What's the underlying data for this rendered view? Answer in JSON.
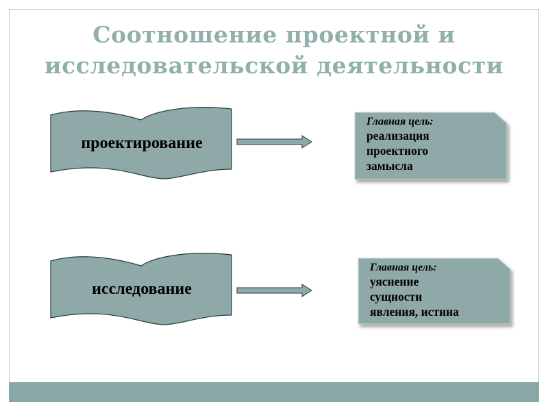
{
  "slide": {
    "title_line1": "Соотношение проектной и",
    "title_line2": "исследовательской деятельности"
  },
  "rows": [
    {
      "process_label": "проектирование",
      "goal_heading": "Главная цель:",
      "goal_text": "реализация\nпроектного\nзамысла"
    },
    {
      "process_label": "исследование",
      "goal_heading": "Главная цель:",
      "goal_text": "уяснение\nсущности\nявления, истина"
    }
  ],
  "colors": {
    "title": "#8fb0ab",
    "shape_fill": "#8fa9a8",
    "shape_stroke": "#243b3b",
    "arrow_fill": "#8fa9a8",
    "footer_bar": "#87a8a5"
  }
}
